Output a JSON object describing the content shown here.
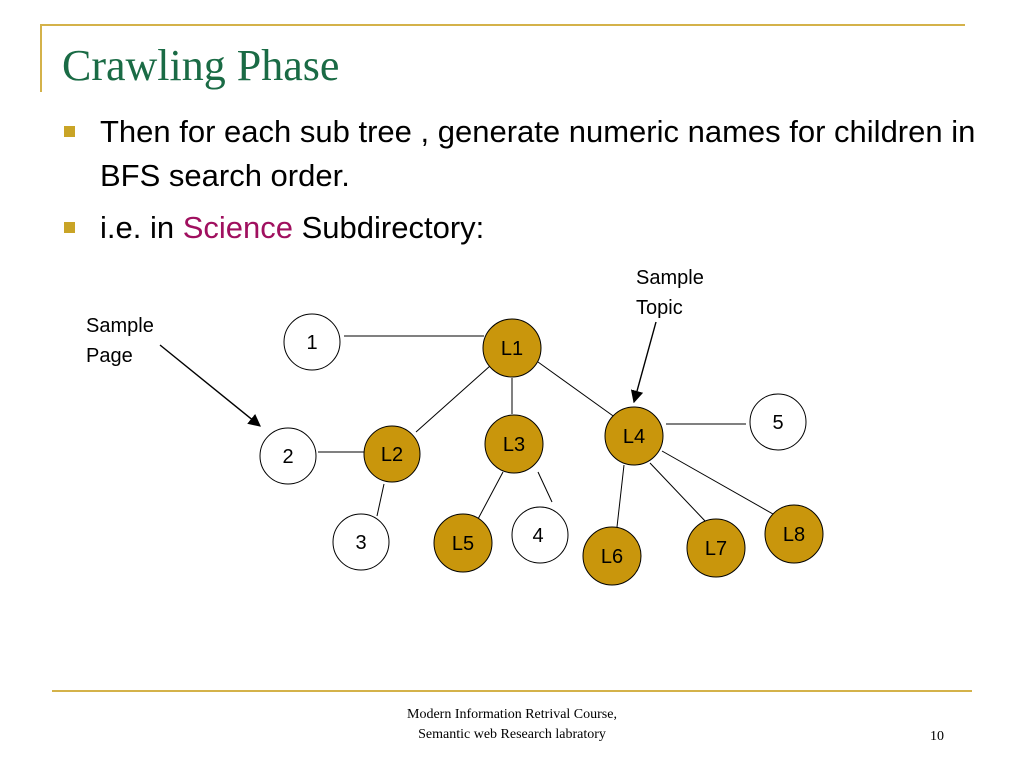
{
  "slide": {
    "title": "Crawling Phase",
    "bullet1": "Then for each sub tree , generate numeric names for children in BFS search order.",
    "bullet2_prefix": "i.e. in ",
    "bullet2_highlight": "Science",
    "bullet2_suffix": " Subdirectory:",
    "highlight_color": "#a0105f",
    "accent_color": "#d4b24a",
    "title_color": "#1a6b45"
  },
  "diagram": {
    "sample_page_label": [
      "Sample",
      "Page"
    ],
    "sample_topic_label": [
      "Sample",
      "Topic"
    ],
    "page_nodes": [
      "1",
      "2",
      "3",
      "4",
      "5"
    ],
    "topic_nodes": [
      "L1",
      "L2",
      "L3",
      "L4",
      "L5",
      "L6",
      "L7",
      "L8"
    ],
    "topic_fill": "#c9960c",
    "page_fill": "#ffffff"
  },
  "footer": {
    "line1": "Modern Information Retrival Course,",
    "line2": "Semantic web Research labratory",
    "page_number": "10"
  }
}
